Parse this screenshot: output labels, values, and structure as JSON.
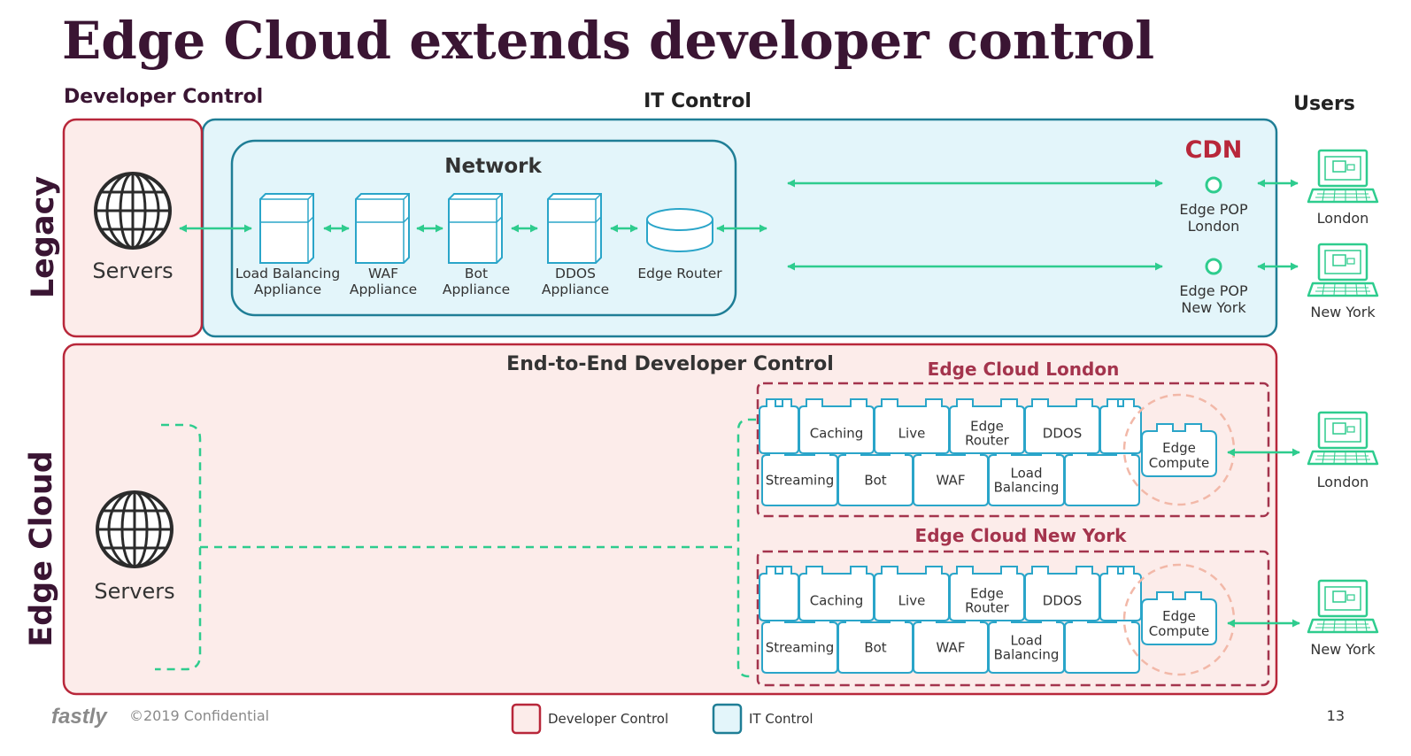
{
  "title": "Edge Cloud extends developer control",
  "headers": {
    "developer_control": "Developer Control",
    "it_control": "IT Control",
    "users": "Users"
  },
  "rows": {
    "legacy": "Legacy",
    "edge_cloud": "Edge Cloud"
  },
  "servers_label": "Servers",
  "network": {
    "title": "Network",
    "appliances": [
      {
        "line1": "Load Balancing",
        "line2": "Appliance"
      },
      {
        "line1": "WAF",
        "line2": "Appliance"
      },
      {
        "line1": "Bot",
        "line2": "Appliance"
      },
      {
        "line1": "DDOS",
        "line2": "Appliance"
      }
    ],
    "edge_router": "Edge Router"
  },
  "cdn": {
    "title": "CDN",
    "pops": [
      {
        "line1": "Edge POP",
        "line2": "London"
      },
      {
        "line1": "Edge POP",
        "line2": "New York"
      }
    ]
  },
  "users_list": {
    "legacy": [
      "London",
      "New York"
    ],
    "edge": [
      "London",
      "New York"
    ]
  },
  "end_to_end": "End-to-End Developer Control",
  "edge_clouds": [
    {
      "title": "Edge Cloud London",
      "top_row": [
        {
          "line1": "Caching"
        },
        {
          "line1": "Live"
        },
        {
          "line1": "Edge",
          "line2": "Router"
        },
        {
          "line1": "DDOS"
        }
      ],
      "bottom_row": [
        {
          "line1": "Streaming"
        },
        {
          "line1": "Bot"
        },
        {
          "line1": "WAF"
        },
        {
          "line1": "Load",
          "line2": "Balancing"
        }
      ],
      "compute": {
        "line1": "Edge",
        "line2": "Compute"
      }
    },
    {
      "title": "Edge Cloud New York",
      "top_row": [
        {
          "line1": "Caching"
        },
        {
          "line1": "Live"
        },
        {
          "line1": "Edge",
          "line2": "Router"
        },
        {
          "line1": "DDOS"
        }
      ],
      "bottom_row": [
        {
          "line1": "Streaming"
        },
        {
          "line1": "Bot"
        },
        {
          "line1": "WAF"
        },
        {
          "line1": "Load",
          "line2": "Balancing"
        }
      ],
      "compute": {
        "line1": "Edge",
        "line2": "Compute"
      }
    }
  ],
  "footer": {
    "logo": "fastly",
    "copyright": "©2019 Confidential",
    "legend": [
      "Developer Control",
      "IT Control"
    ],
    "page_number": "13"
  },
  "colors": {
    "title": "#3a1533",
    "red": "#b8273a",
    "red_fill": "#fcecea",
    "teal": "#1f7e96",
    "teal_fill": "#e3f5fa",
    "block_stroke": "#2aa5c9",
    "green": "#2ecc8e",
    "dash_dark": "#a4344d",
    "peach": "#f2b8a8"
  }
}
